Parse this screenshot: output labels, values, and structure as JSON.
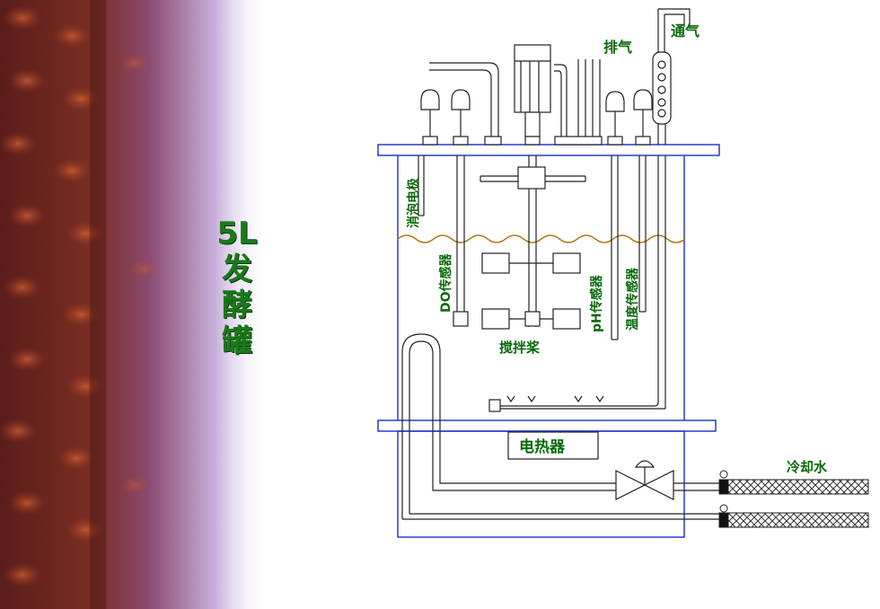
{
  "title": {
    "line1": "5L",
    "line2": "发",
    "line3": "酵",
    "line4": "罐"
  },
  "labels": {
    "exhaust": "排气",
    "vent": "通气",
    "defoam_electrode": "消泡电极",
    "do_sensor": "DO传感器",
    "ph_sensor": "pH传感器",
    "temp_sensor": "温度传感器",
    "impeller": "搅拌桨",
    "heater": "电热器",
    "cooling_water": "冷却水"
  },
  "colors": {
    "title_green": "#1a7a1a",
    "label_green": "#0a6a0a",
    "vessel_blue": "#2b3bc8",
    "liquid_orange": "#b07818"
  }
}
